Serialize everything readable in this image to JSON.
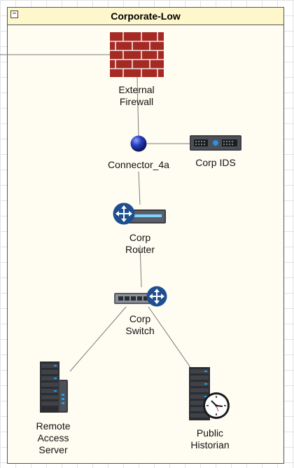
{
  "container": {
    "title": "Corporate-Low",
    "collapse_symbol": "−"
  },
  "nodes": {
    "firewall": {
      "label": "External\nFirewall",
      "icon": "firewall-brick-icon"
    },
    "connector": {
      "label": "Connector_4a",
      "icon": "connector-sphere-icon"
    },
    "ids": {
      "label": "Corp IDS",
      "icon": "ids-appliance-icon"
    },
    "router": {
      "label": "Corp\nRouter",
      "icon": "router-icon"
    },
    "switch": {
      "label": "Corp\nSwitch",
      "icon": "switch-icon"
    },
    "remote_access": {
      "label": "Remote\nAccess\nServer",
      "icon": "server-tower-icon"
    },
    "historian": {
      "label": "Public\nHistorian",
      "icon": "historian-server-clock-icon"
    }
  },
  "colors": {
    "firewall": "#a52a24",
    "connector": "#1e2f9e",
    "container_bg": "#fffdf2",
    "header_bg": "#fff7cc",
    "link": "#7a7a7a"
  }
}
